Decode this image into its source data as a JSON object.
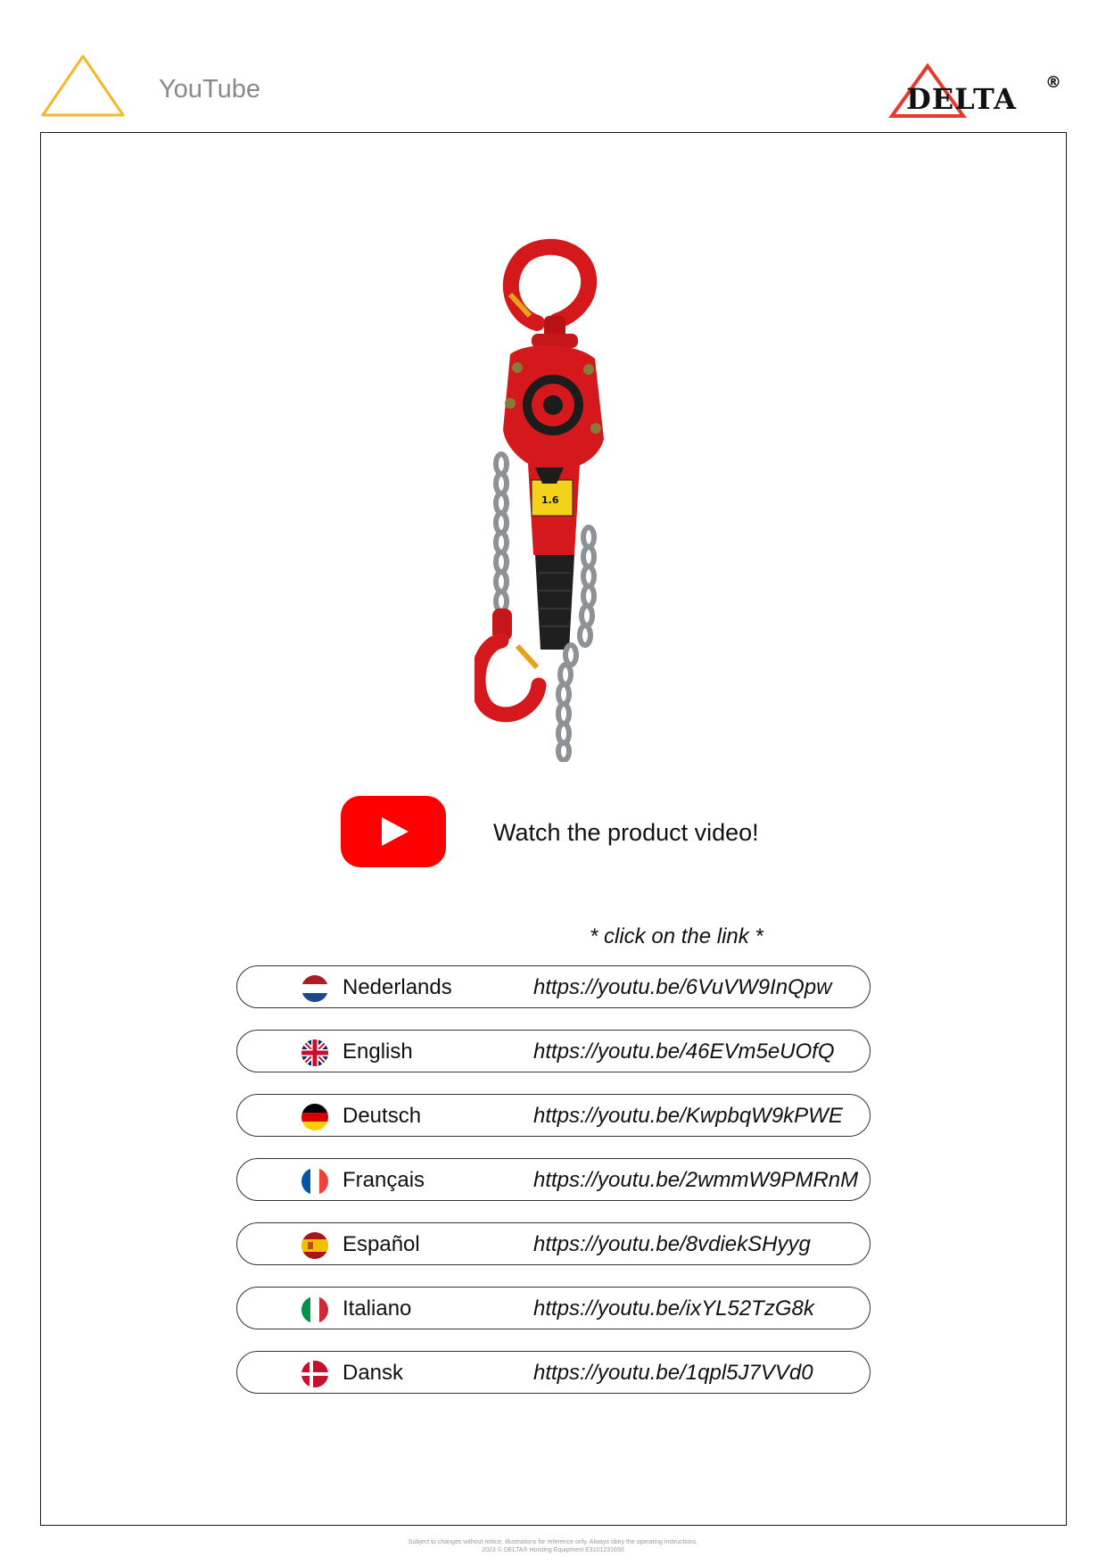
{
  "header": {
    "title": "YouTube",
    "warning_icon": "warning-triangle-icon",
    "brand_text": "DELTA",
    "brand_mark": "®"
  },
  "main": {
    "product_image": "lever-hoist-photo",
    "youtube_icon": "youtube-play-icon",
    "watch_text": "Watch the product video!",
    "hint_text": "* click on the link *"
  },
  "languages": [
    {
      "name": "Nederlands",
      "url": "https://youtu.be/6VuVW9InQpw",
      "flag": "flag-nl-icon"
    },
    {
      "name": "English",
      "url": "https://youtu.be/46EVm5eUOfQ",
      "flag": "flag-gb-icon"
    },
    {
      "name": "Deutsch",
      "url": "https://youtu.be/KwpbqW9kPWE",
      "flag": "flag-de-icon"
    },
    {
      "name": "Français",
      "url": "https://youtu.be/2wmmW9PMRnM",
      "flag": "flag-fr-icon"
    },
    {
      "name": "Español",
      "url": "https://youtu.be/8vdiekSHyyg",
      "flag": "flag-es-icon"
    },
    {
      "name": "Italiano",
      "url": "https://youtu.be/ixYL52TzG8k",
      "flag": "flag-it-icon"
    },
    {
      "name": "Dansk",
      "url": "https://youtu.be/1qpl5J7VVd0",
      "flag": "flag-dk-icon"
    }
  ],
  "footer": {
    "line1": "Subject to changes without notice. Illustrations for reference only. Always obey the operating instructions.",
    "line2": "2023 © DELTA® Hoisting Equipment E3101231650"
  },
  "colors": {
    "youtube_red": "#ff0000",
    "brand_red": "#e4392b",
    "warning_yellow": "#f2b82a",
    "hoist_red": "#d4181b"
  }
}
